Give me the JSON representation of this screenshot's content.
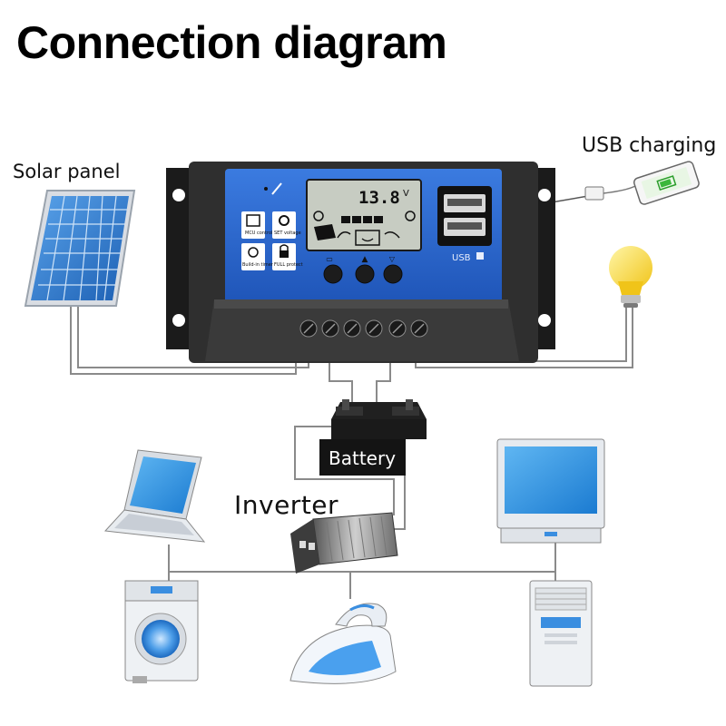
{
  "title": "Connection diagram",
  "labels": {
    "solar_panel": "Solar panel",
    "usb_charging": "USB charging",
    "battery": "Battery",
    "inverter": "Inverter"
  },
  "controller": {
    "lcd_value": "13.8",
    "lcd_unit": "V",
    "buttons": [
      "MCU control",
      "SET voltage",
      "Build-in timer",
      "FULL protect"
    ],
    "usb_port_label": "USB"
  },
  "colors": {
    "panel_blue": "#2f6fd6",
    "body_dark": "#2b2b2b",
    "lcd_bg": "#c7ccc2",
    "wire": "#8a8a8a"
  },
  "icons": [
    "solar-panel-icon",
    "usb-phone-icon",
    "light-bulb-icon",
    "laptop-icon",
    "monitor-icon",
    "washing-machine-icon",
    "iron-icon",
    "air-conditioner-icon",
    "inverter-icon",
    "battery-icon"
  ]
}
